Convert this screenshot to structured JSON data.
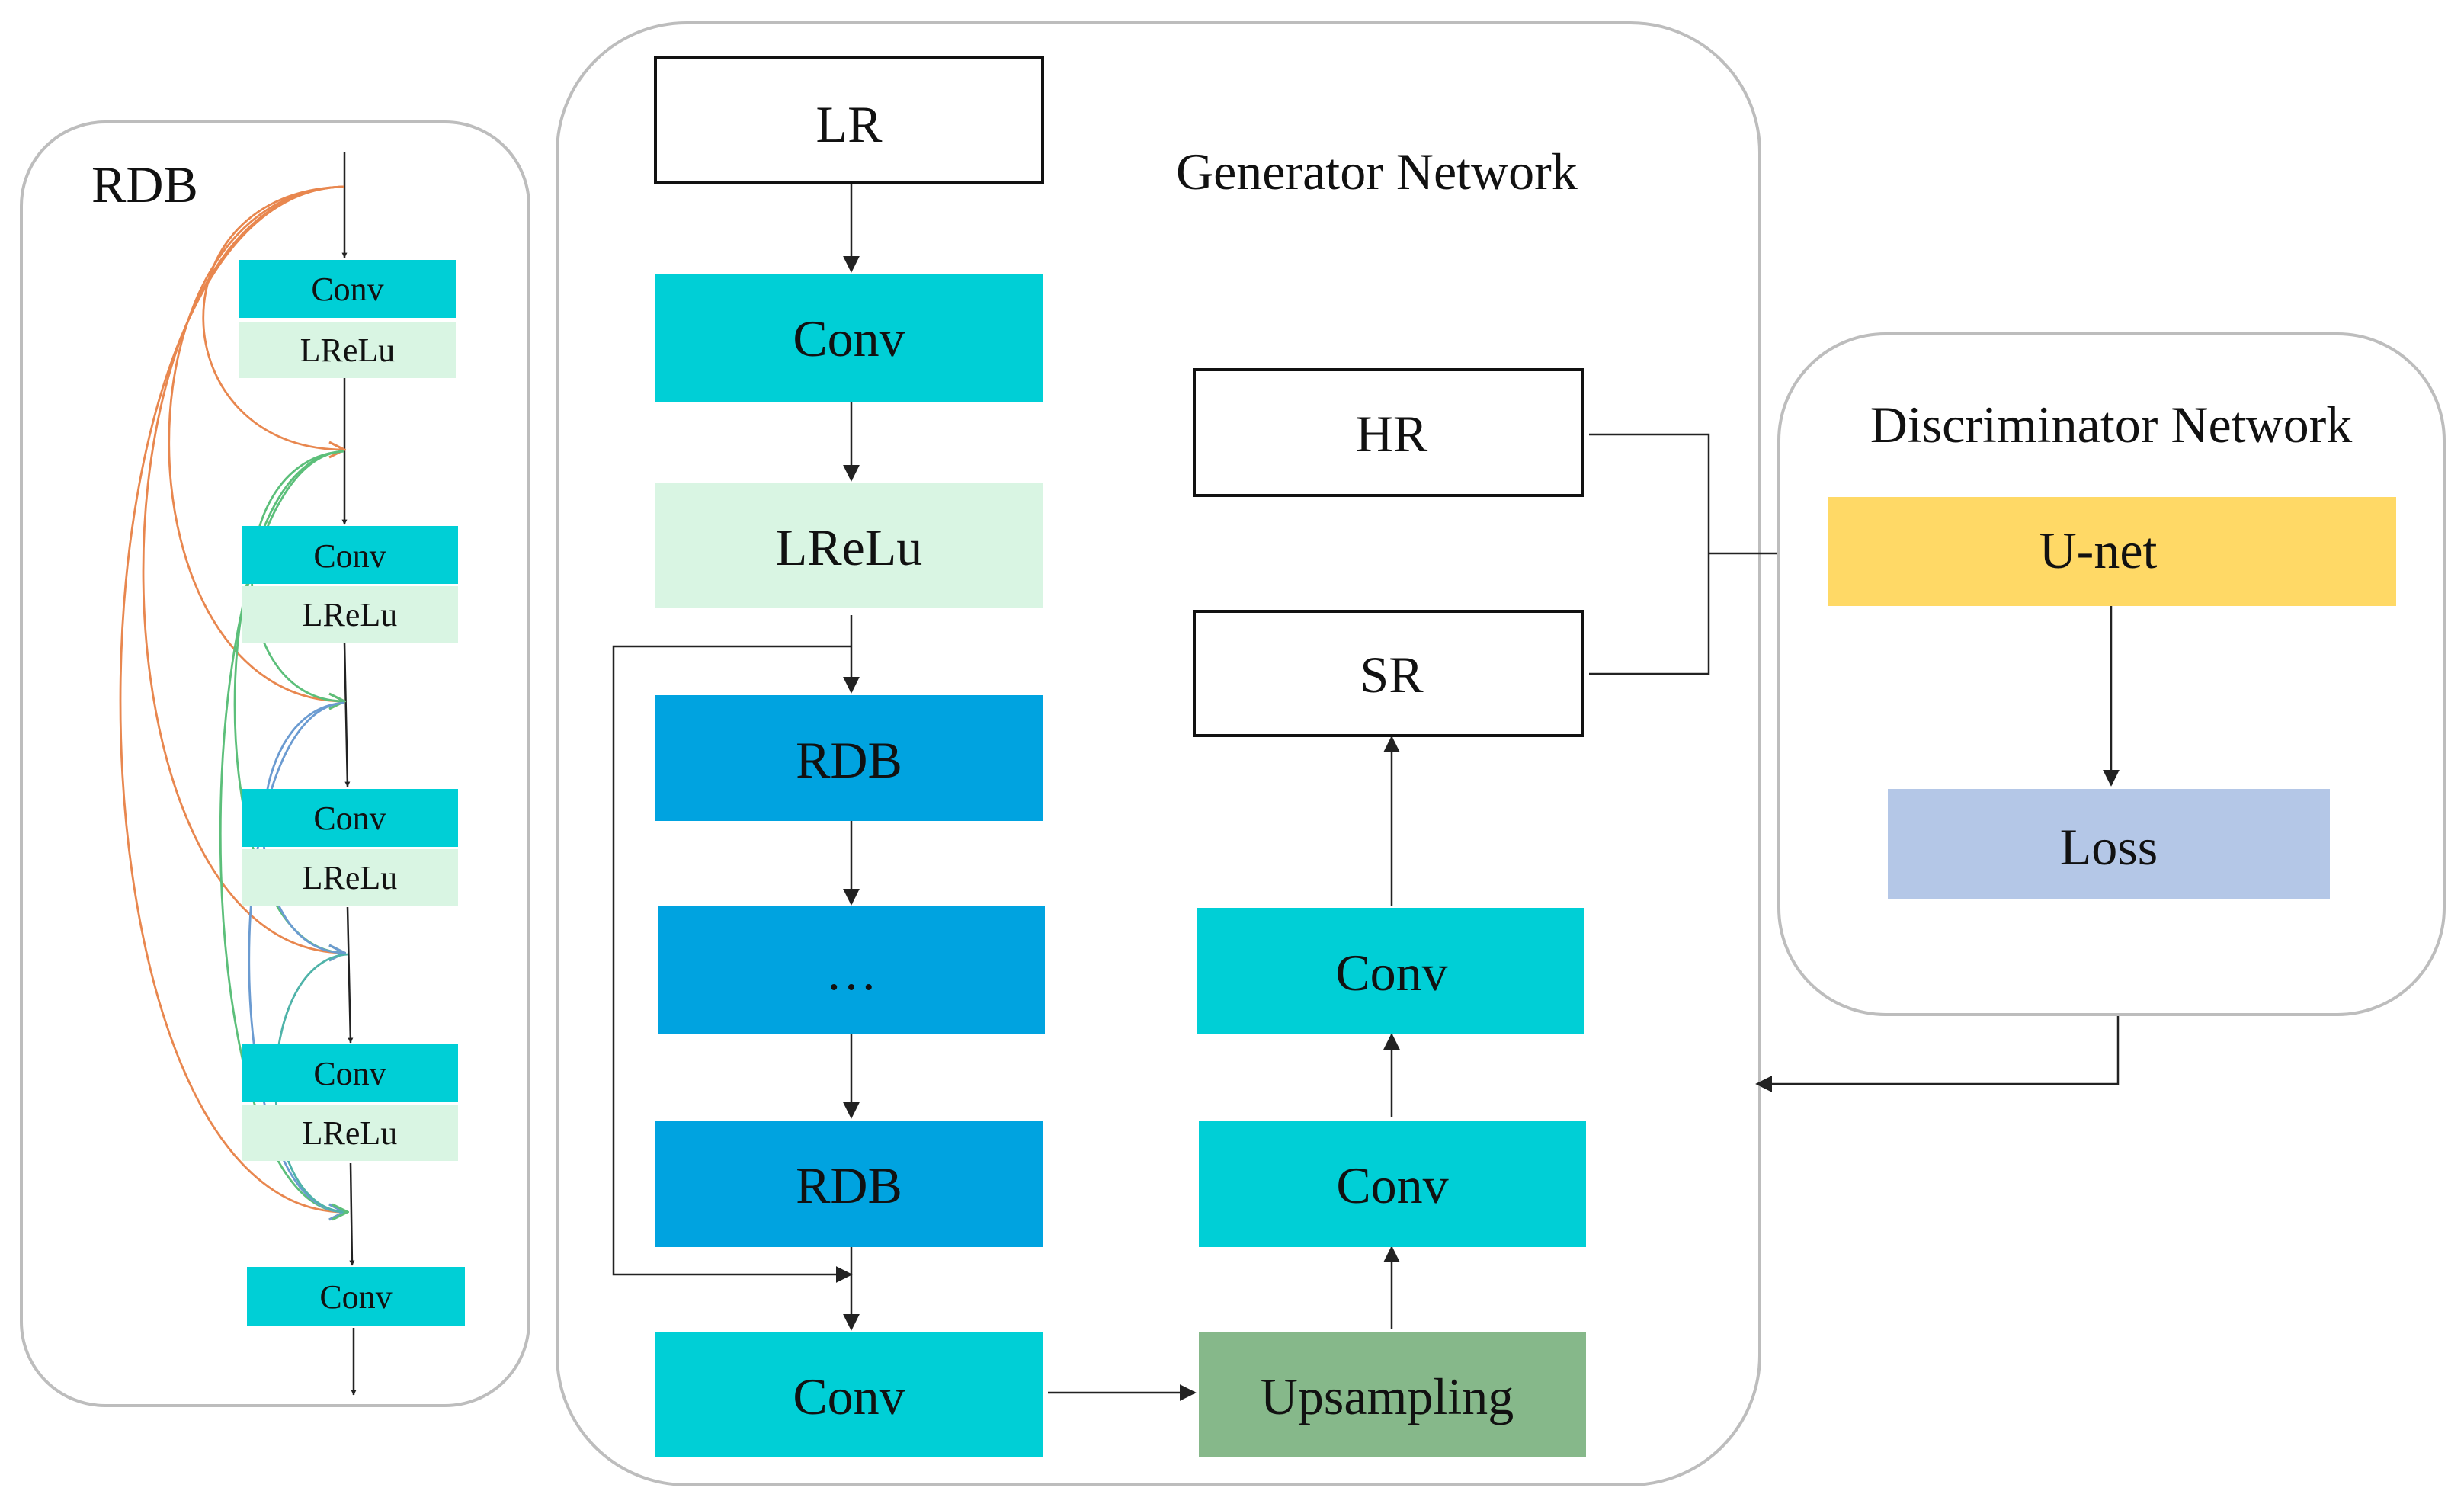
{
  "colors": {
    "conv": "#00cfd6",
    "lrelu": "#d9f5e3",
    "rdb": "#00a3e0",
    "upsampling": "#86b88a",
    "unet": "#ffd966",
    "loss": "#b4c7e7",
    "skip_orange": "#e8874f",
    "skip_green": "#5cbf7a",
    "skip_blue": "#6b9bd1",
    "skip_teal": "#4fb3a9"
  },
  "rdb_panel": {
    "title": "RDB",
    "blocks": [
      {
        "conv": "Conv",
        "act": "LReLu"
      },
      {
        "conv": "Conv",
        "act": "LReLu"
      },
      {
        "conv": "Conv",
        "act": "LReLu"
      },
      {
        "conv": "Conv",
        "act": "LReLu"
      }
    ],
    "final_conv": "Conv"
  },
  "generator": {
    "title": "Generator Network",
    "lr": "LR",
    "conv1": "Conv",
    "lrelu": "LReLu",
    "rdb1": "RDB",
    "ellipsis": "…",
    "rdb2": "RDB",
    "conv2": "Conv",
    "upsampling": "Upsampling",
    "conv3": "Conv",
    "conv4": "Conv",
    "sr": "SR",
    "hr": "HR"
  },
  "discriminator": {
    "title": "Discriminator Network",
    "unet": "U-net",
    "loss": "Loss"
  }
}
